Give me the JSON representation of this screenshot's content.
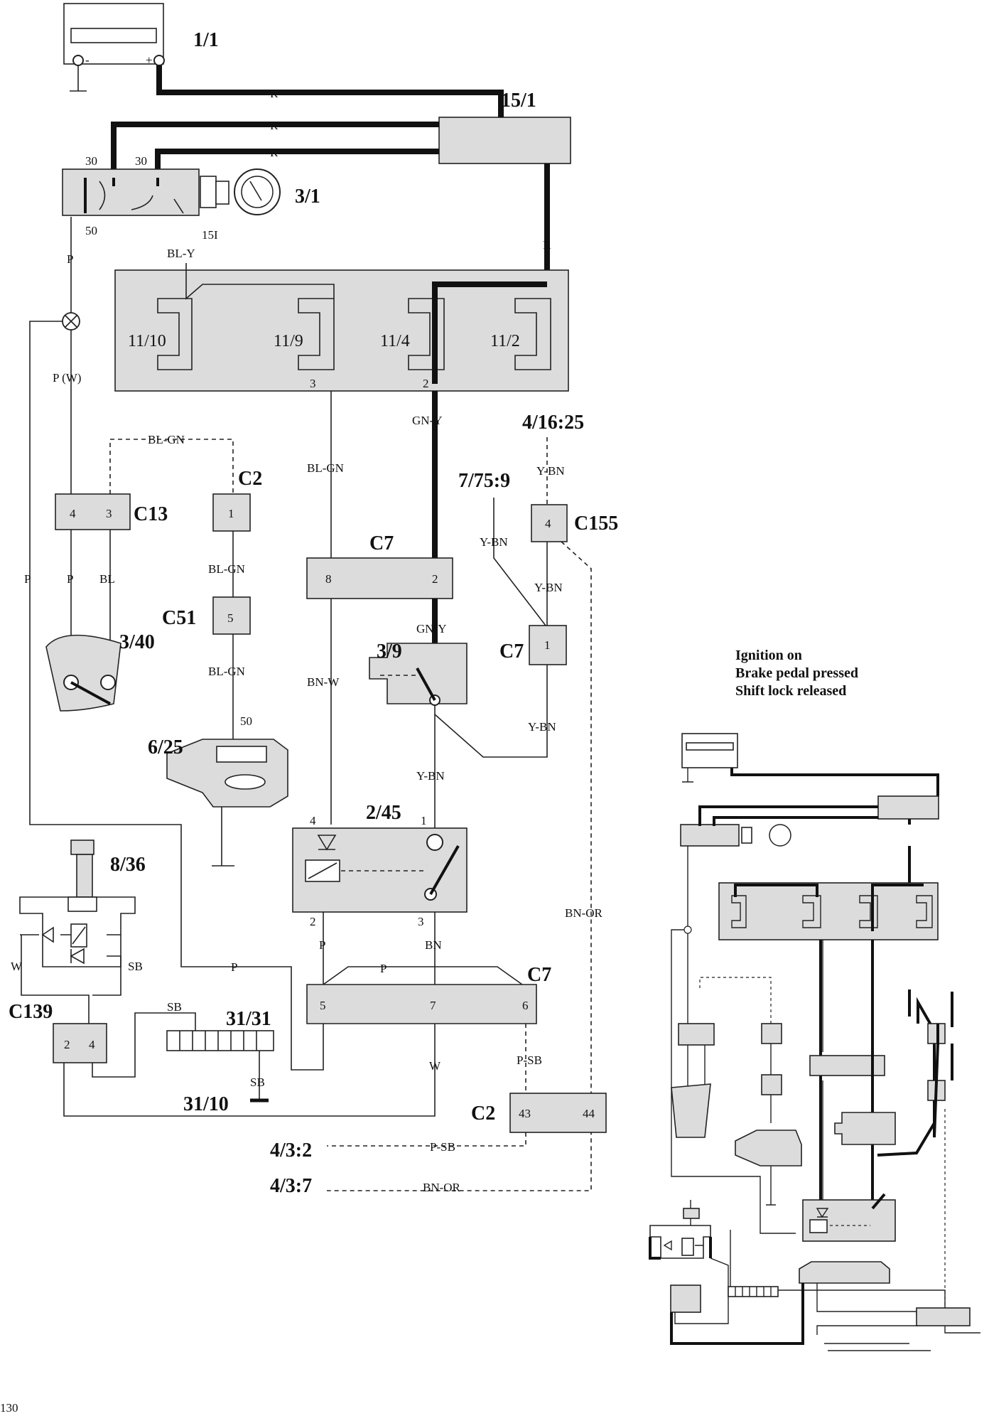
{
  "components": {
    "battery": "1/1",
    "fusible_link": "15/1",
    "ignition_switch": "3/1",
    "shift_lock_solenoid": "8/36",
    "brake_switch": "3/9",
    "relay": "2/45",
    "switch_3_40": "3/40",
    "starter_inhibitor": "6/25",
    "ground_31_31": "31/31",
    "ground_31_10": "31/10",
    "fuse_11_10": "11/10",
    "fuse_11_9": "11/9",
    "fuse_11_4": "11/4",
    "fuse_11_2": "11/2"
  },
  "connectors": {
    "c13": "C13",
    "c2_top": "C2",
    "c51": "C51",
    "c7_top": "C7",
    "c155": "C155",
    "c7_mid": "C7",
    "c7_bottom": "C7",
    "c139": "C139",
    "c2_bottom": "C2"
  },
  "refs": {
    "ref_4_16_25": "4/16:25",
    "ref_7_75_9": "7/75:9",
    "ref_4_3_2": "4/3:2",
    "ref_4_3_7": "4/3:7"
  },
  "wire_colors": {
    "r1": "R",
    "r2": "R",
    "r3": "R",
    "r4": "R",
    "bl_y": "BL-Y",
    "p": "P",
    "p_w": "P (W)",
    "bl_gn_dash": "BL-GN",
    "bl_gn_2": "BL-GN",
    "bl_gn_3": "BL-GN",
    "bl_gn_4": "BL-GN",
    "gn_y_1": "GN-Y",
    "gn_y_2": "GN-Y",
    "y_bn_1": "Y-BN",
    "y_bn_2": "Y-BN",
    "y_bn_3": "Y-BN",
    "y_bn_4": "Y-BN",
    "y_bn_5": "Y-BN",
    "p_c13": "P",
    "bl_c13": "BL",
    "bn_w": "BN-W",
    "p_left": "P",
    "w_8_36": "W",
    "sb_8_36": "SB",
    "p_long": "P",
    "p_relay": "P",
    "p_top_c7": "P",
    "bn": "BN",
    "bn_or": "BN-OR",
    "sb_31": "SB",
    "sb_31b": "SB",
    "w_c7": "W",
    "p_sb": "P-SB",
    "p_sb_ref": "P-SB",
    "bn_or_ref": "BN-OR"
  },
  "terminals": {
    "t30a": "30",
    "t30b": "30",
    "t50": "50",
    "t15i": "15I",
    "t50b": "50"
  },
  "pins": {
    "fuse3": "3",
    "fuse2": "2",
    "c13_4": "4",
    "c13_3": "3",
    "c2_1": "1",
    "c51_5": "5",
    "c7_8": "8",
    "c7_2": "2",
    "c155_4": "4",
    "c7_1": "1",
    "r245_4": "4",
    "r245_1": "1",
    "r245_2": "2",
    "r245_3": "3",
    "c7_5": "5",
    "c7_7": "7",
    "c7_6": "6",
    "c139_2": "2",
    "c139_4": "4",
    "c2_43": "43",
    "c2_44": "44"
  },
  "status_lines": [
    "Ignition on",
    "Brake pedal pressed",
    "Shift lock released"
  ],
  "page_number": "130"
}
